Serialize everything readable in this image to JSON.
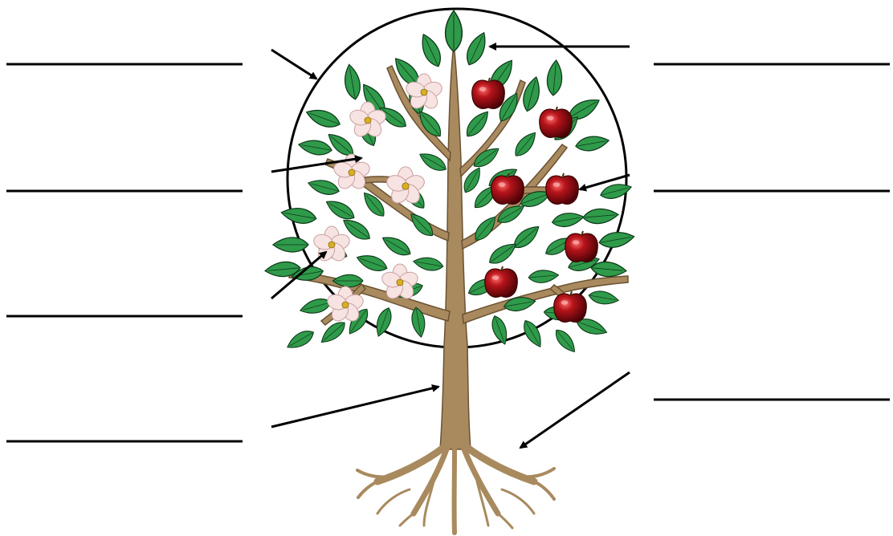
{
  "diagram": {
    "subject": "apple-tree-parts-worksheet",
    "blank_labels": [
      {
        "side": "left",
        "text": ""
      },
      {
        "side": "left",
        "text": ""
      },
      {
        "side": "left",
        "text": ""
      },
      {
        "side": "left",
        "text": ""
      },
      {
        "side": "right",
        "text": ""
      },
      {
        "side": "right",
        "text": ""
      },
      {
        "side": "right",
        "text": ""
      }
    ],
    "colors": {
      "leaf": "#2e9a4a",
      "leaf_outline": "#0e3a1a",
      "trunk": "#a88a5e",
      "trunk_outline": "#6b5232",
      "blossom": "#f8e3e3",
      "blossom_center": "#d8b020",
      "apple": "#8e0e12",
      "outline": "#000000"
    },
    "icons": [
      "apple-fruit-icon",
      "blossom-flower-icon",
      "leaf-icon"
    ]
  }
}
